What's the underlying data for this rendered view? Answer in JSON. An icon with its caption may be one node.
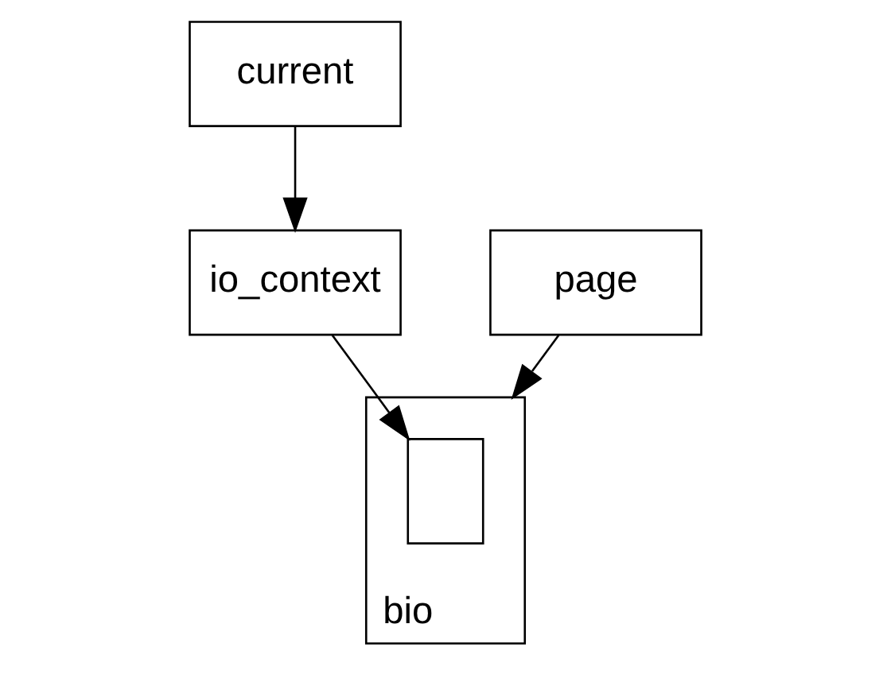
{
  "diagram": {
    "nodes": [
      {
        "text": [
          "current"
        ]
      },
      {
        "text": [
          "page"
        ]
      },
      {
        "text": [
          "io_context"
        ]
      },
      {
        "text": [
          "bio"
        ]
      },
      {
        "text": [],
        "shape": "box",
        "in": 3
      }
    ],
    "edges": [
      {
        "from": 0,
        "to": 2,
        "arrow": "to"
      },
      {
        "from": 1,
        "to": 3,
        "arrow": "to"
      },
      {
        "from": 2,
        "to": 4,
        "arrow": "to"
      }
    ]
  }
}
